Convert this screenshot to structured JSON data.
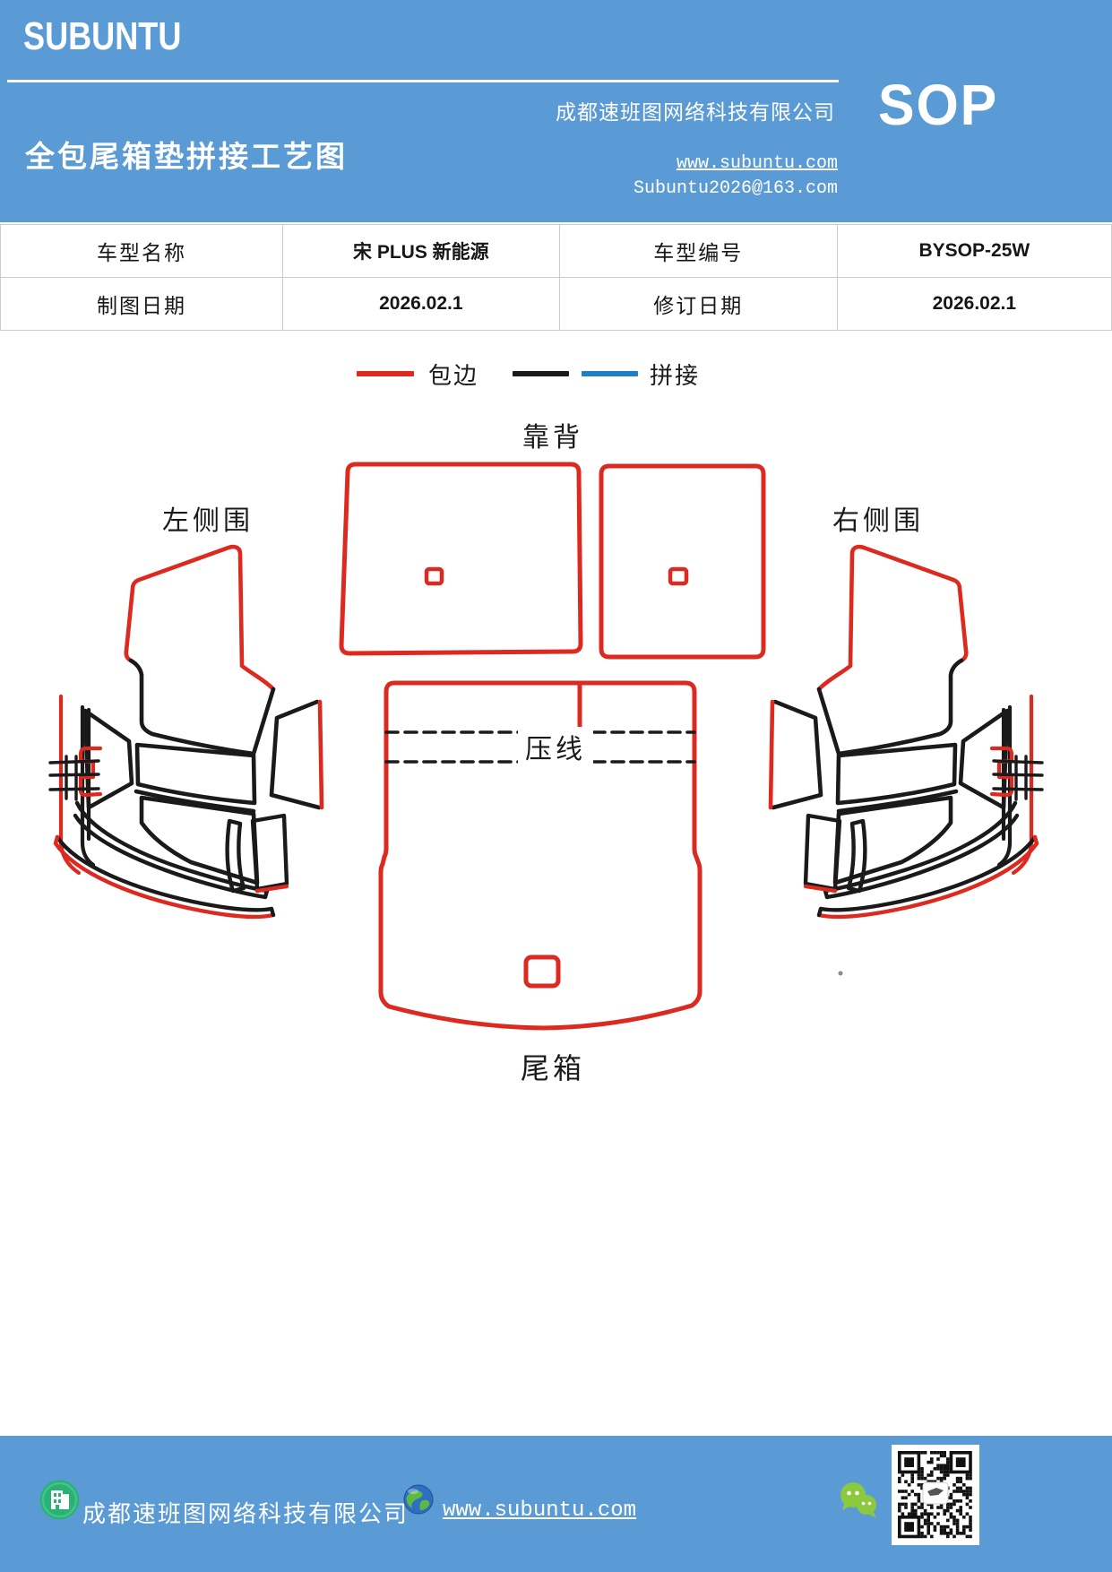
{
  "header": {
    "logo": "SUBUNTU",
    "title": "全包尾箱垫拼接工艺图",
    "company": "成都速班图网络科技有限公司",
    "website": "www.subuntu.com",
    "email": "Subuntu2026@163.com",
    "badge": "SOP",
    "bg_color": "#5B9BD5"
  },
  "info_table": {
    "cells": [
      [
        "车型名称",
        "宋 PLUS 新能源",
        "车型编号",
        "BYSOP-25W"
      ],
      [
        "制图日期",
        "2026.02.1",
        "修订日期",
        "2026.02.1"
      ]
    ]
  },
  "legend": {
    "edge_label": "包边",
    "stitch_label": "拼接",
    "edge_color": "#DC2A20",
    "stitch_color_black": "#1a1a1a",
    "stitch_color_blue": "#1E7FC9"
  },
  "diagram": {
    "labels": {
      "backrest": "靠背",
      "left_side": "左侧围",
      "right_side": "右侧围",
      "crease": "压线",
      "trunk": "尾箱"
    },
    "colors": {
      "edge_binding_red": "#DC2A20",
      "stitch_black": "#1a1a1a"
    }
  },
  "footer": {
    "company": "成都速班图网络科技有限公司",
    "website": "www.subuntu.com",
    "bg_color": "#5B9BD5"
  }
}
